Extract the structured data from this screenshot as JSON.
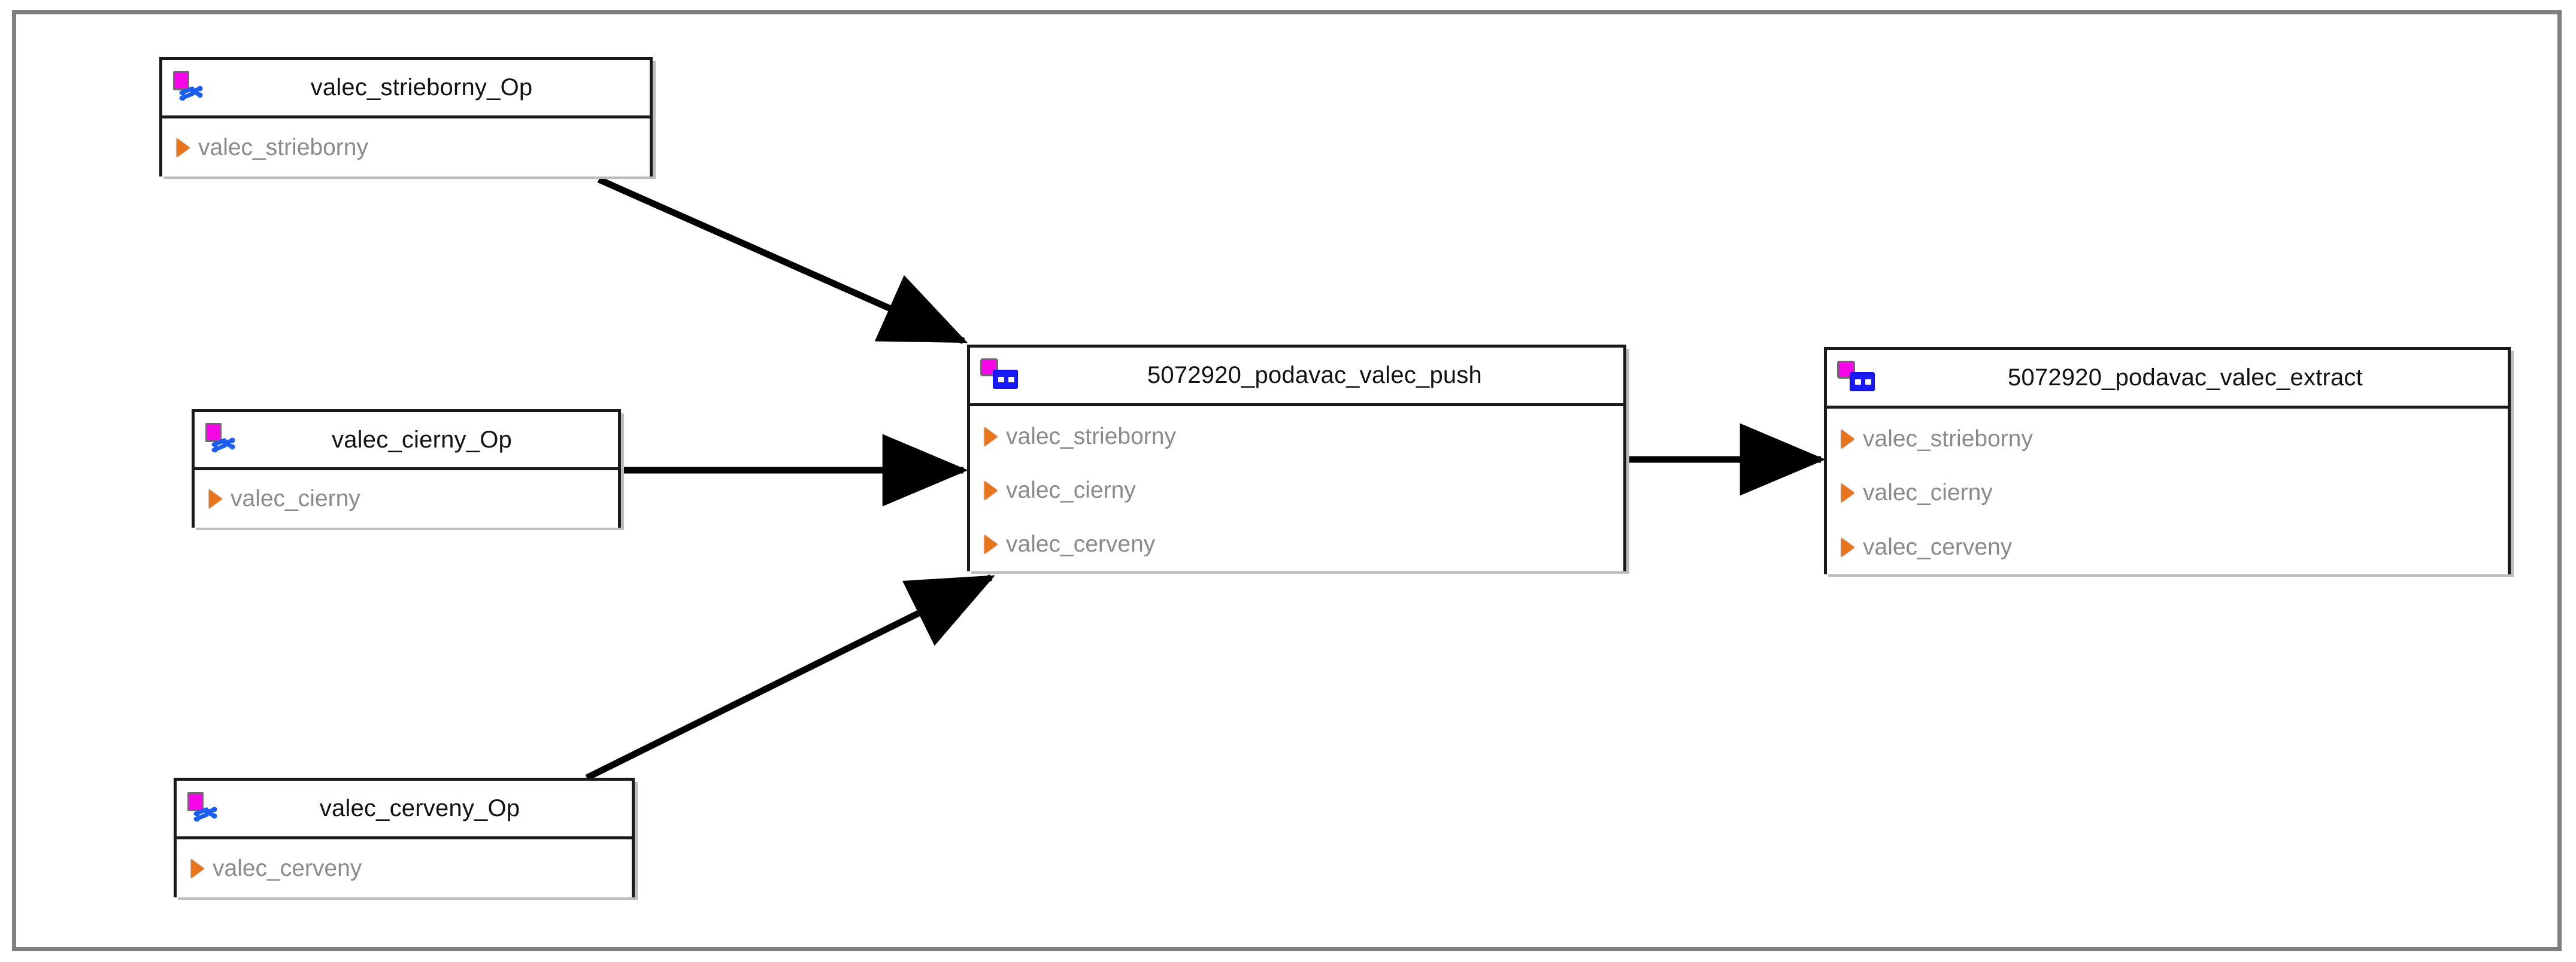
{
  "diagram": {
    "type": "class-dependency-diagram",
    "background": "#ffffff",
    "frame_color": "#808080",
    "colors": {
      "node_border": "#1a1a1a",
      "title_text": "#121212",
      "attribute_text": "#8a8a8a",
      "icon_magenta": "#f706e8",
      "icon_blue": "#1a1aff",
      "attribute_arrow": "#e8741c",
      "edge": "#000000"
    },
    "nodes": [
      {
        "id": "valec_strieborny_Op",
        "title": "valec_strieborny_Op",
        "icon": "operation-icon",
        "attributes": [
          {
            "label": "valec_strieborny",
            "icon": "orange-triangle-icon"
          }
        ]
      },
      {
        "id": "valec_cierny_Op",
        "title": "valec_cierny_Op",
        "icon": "operation-icon",
        "attributes": [
          {
            "label": "valec_cierny",
            "icon": "orange-triangle-icon"
          }
        ]
      },
      {
        "id": "valec_cerveny_Op",
        "title": "valec_cerveny_Op",
        "icon": "operation-icon",
        "attributes": [
          {
            "label": "valec_cerveny",
            "icon": "orange-triangle-icon"
          }
        ]
      },
      {
        "id": "5072920_podavac_valec_push",
        "title": "5072920_podavac_valec_push",
        "icon": "class-icon",
        "attributes": [
          {
            "label": "valec_strieborny",
            "icon": "orange-triangle-icon"
          },
          {
            "label": "valec_cierny",
            "icon": "orange-triangle-icon"
          },
          {
            "label": "valec_cerveny",
            "icon": "orange-triangle-icon"
          }
        ]
      },
      {
        "id": "5072920_podavac_valec_extract",
        "title": "5072920_podavac_valec_extract",
        "icon": "class-icon",
        "attributes": [
          {
            "label": "valec_strieborny",
            "icon": "orange-triangle-icon"
          },
          {
            "label": "valec_cierny",
            "icon": "orange-triangle-icon"
          },
          {
            "label": "valec_cerveny",
            "icon": "orange-triangle-icon"
          }
        ]
      }
    ],
    "edges": [
      {
        "from": "valec_strieborny_Op",
        "to": "5072920_podavac_valec_push",
        "arrow": "filled-triangle"
      },
      {
        "from": "valec_cierny_Op",
        "to": "5072920_podavac_valec_push",
        "arrow": "filled-triangle"
      },
      {
        "from": "valec_cerveny_Op",
        "to": "5072920_podavac_valec_push",
        "arrow": "filled-triangle"
      },
      {
        "from": "5072920_podavac_valec_push",
        "to": "5072920_podavac_valec_extract",
        "arrow": "filled-triangle"
      }
    ]
  }
}
